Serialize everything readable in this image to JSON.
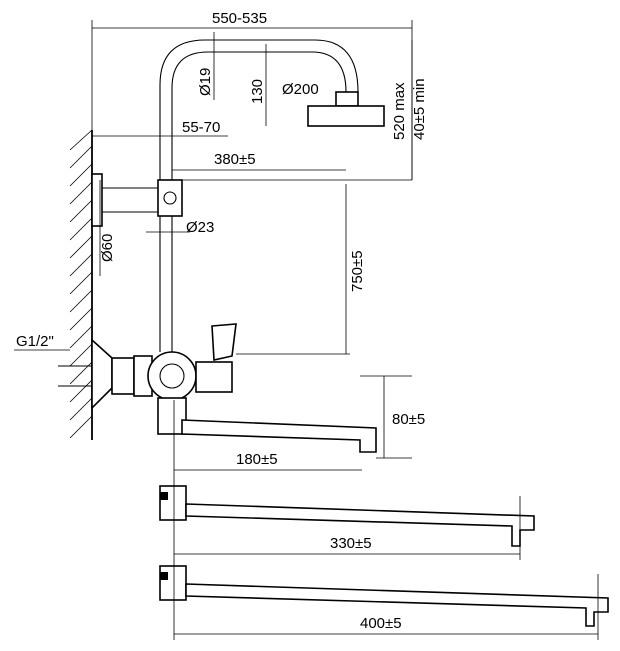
{
  "dimensions": {
    "total_width": "550-535",
    "pipe_diameter": "Ø19",
    "spout_height": "130",
    "shower_head_diameter": "Ø200",
    "total_height": "520 max",
    "height_tolerance": "40±5 min",
    "wall_offset": "55-70",
    "arm_length": "380±5",
    "flange_diameter": "Ø60",
    "rod_diameter": "Ø23",
    "rod_height": "750±5",
    "inlet_thread": "G1/2\"",
    "spout_drop": "80±5",
    "spout_short": "180±5",
    "spout_medium": "330±5",
    "spout_long": "400±5"
  }
}
